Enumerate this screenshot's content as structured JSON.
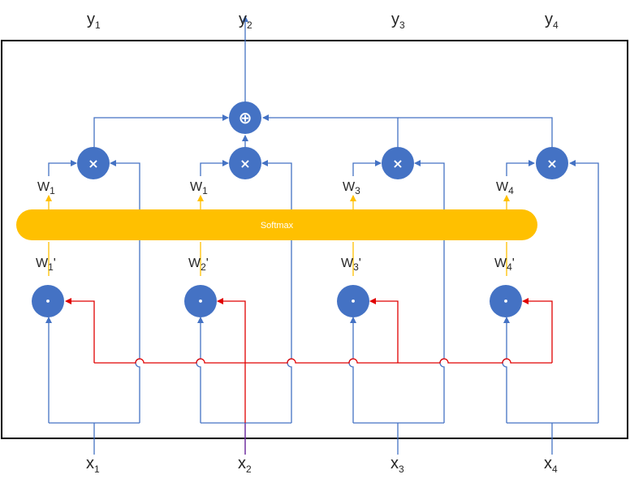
{
  "colors": {
    "blue": "#4472c4",
    "node": "#4472c4",
    "red": "#e00000",
    "purple": "#7030a0",
    "yellow": "#ffc000",
    "frame": "#000000"
  },
  "softmax_label": "Softmax",
  "outputs": [
    {
      "base": "y",
      "sub": "1"
    },
    {
      "base": "y",
      "sub": "2"
    },
    {
      "base": "y",
      "sub": "3"
    },
    {
      "base": "y",
      "sub": "4"
    }
  ],
  "inputs": [
    {
      "base": "x",
      "sub": "1"
    },
    {
      "base": "x",
      "sub": "2"
    },
    {
      "base": "x",
      "sub": "3"
    },
    {
      "base": "x",
      "sub": "4"
    }
  ],
  "weights": [
    {
      "base": "W",
      "sub": "1"
    },
    {
      "base": "W",
      "sub": "1"
    },
    {
      "base": "W",
      "sub": "3"
    },
    {
      "base": "W",
      "sub": "4"
    }
  ],
  "raw_weights": [
    {
      "base": "W",
      "sub": "1",
      "prime": "'"
    },
    {
      "base": "W",
      "sub": "2",
      "prime": "'"
    },
    {
      "base": "W",
      "sub": "3",
      "prime": "'"
    },
    {
      "base": "W",
      "sub": "4",
      "prime": "'"
    }
  ],
  "node_symbols": {
    "dot": "•",
    "mult": "×",
    "sum": "⊕"
  }
}
